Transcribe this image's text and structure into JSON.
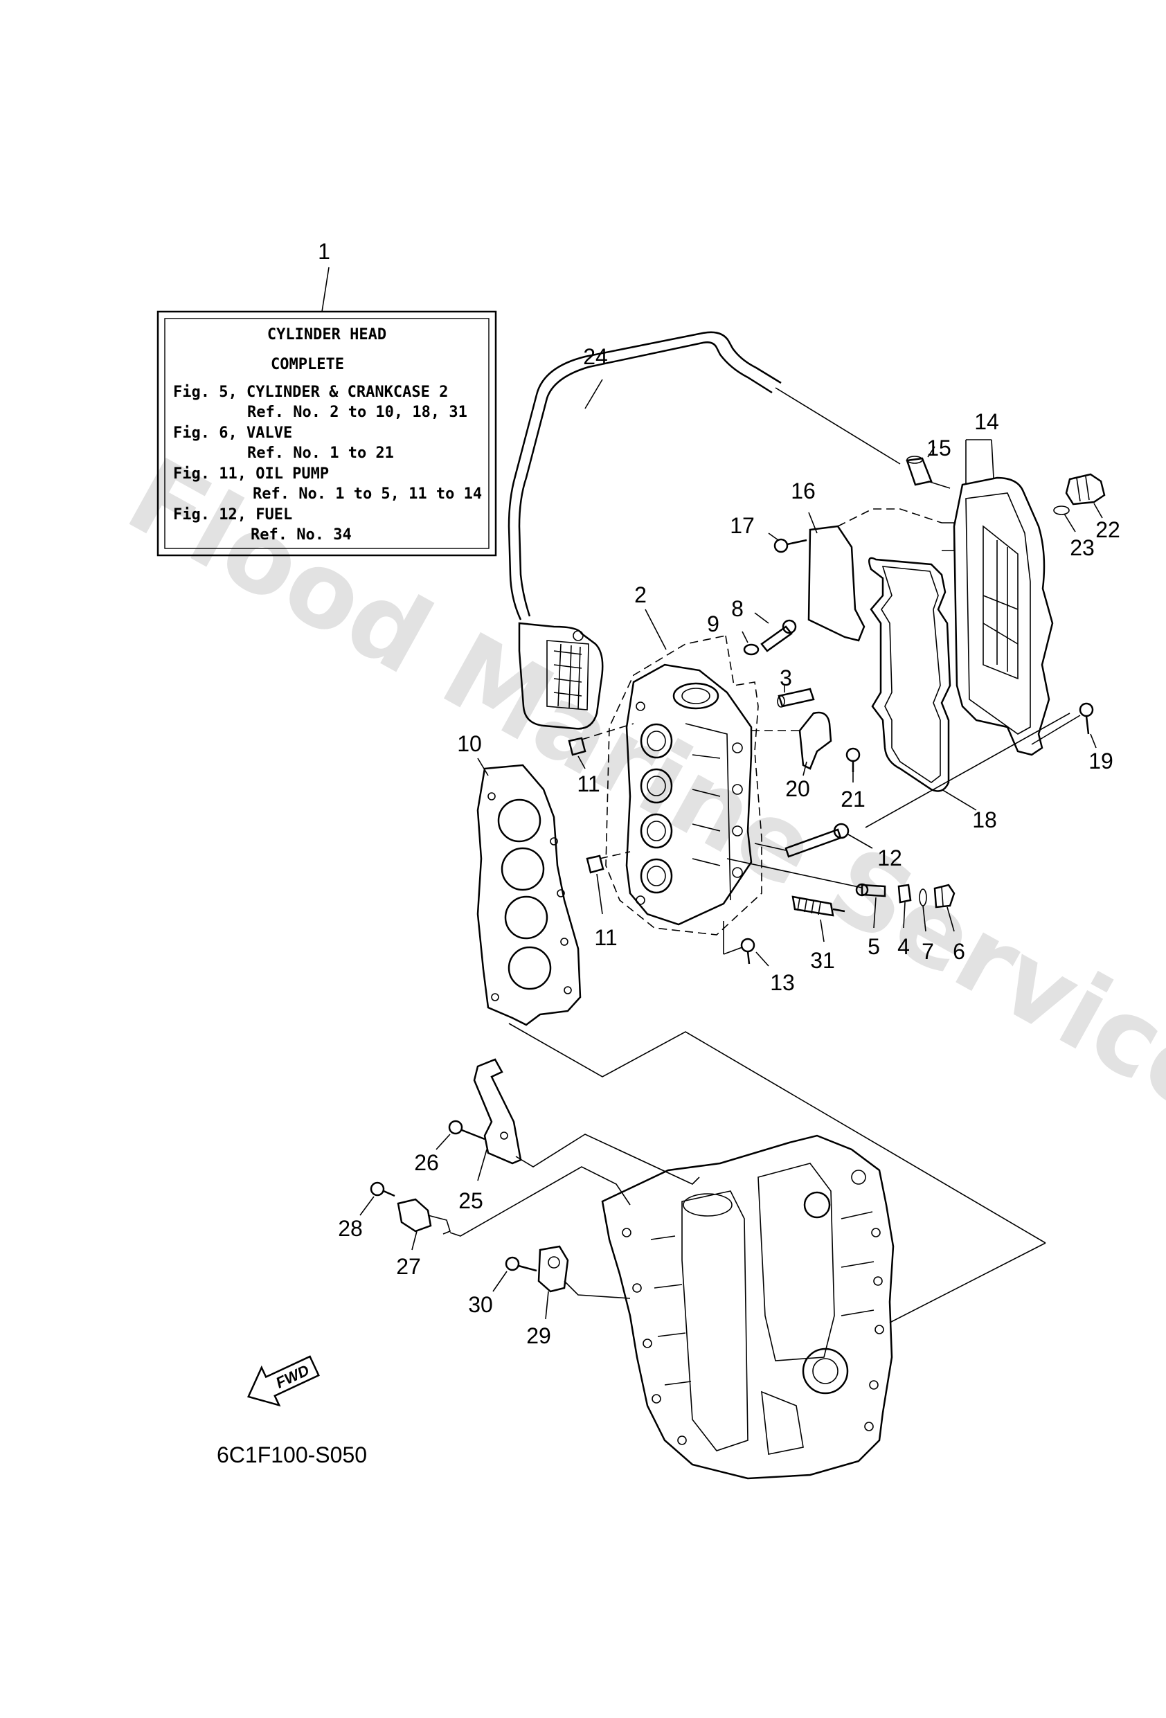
{
  "info_box": {
    "callout": "1",
    "lines": [
      "CYLINDER HEAD",
      "COMPLETE",
      "Fig. 5, CYLINDER & CRANKCASE 2",
      "Ref. No. 2 to 10, 18, 31",
      "Fig. 6, VALVE",
      "Ref. No. 1 to 21",
      "Fig. 11, OIL PUMP",
      "Ref. No. 1 to 5, 11 to 14",
      "Fig. 12, FUEL",
      "Ref. No. 34"
    ]
  },
  "callouts": {
    "c2": "2",
    "c3": "3",
    "c4": "4",
    "c5": "5",
    "c6": "6",
    "c7": "7",
    "c8": "8",
    "c9": "9",
    "c10": "10",
    "c11a": "11",
    "c11b": "11",
    "c12": "12",
    "c13": "13",
    "c14": "14",
    "c15": "15",
    "c16": "16",
    "c17": "17",
    "c18": "18",
    "c19": "19",
    "c20": "20",
    "c21": "21",
    "c22": "22",
    "c23": "23",
    "c24": "24",
    "c25": "25",
    "c26": "26",
    "c27": "27",
    "c28": "28",
    "c29": "29",
    "c30": "30",
    "c31": "31"
  },
  "fwd_label": "FWD",
  "figure_code": "6C1F100-S050",
  "watermark": "Flood Marine Services",
  "colors": {
    "line": "#000000",
    "watermark": "#cfcfcf",
    "background": "#ffffff"
  }
}
